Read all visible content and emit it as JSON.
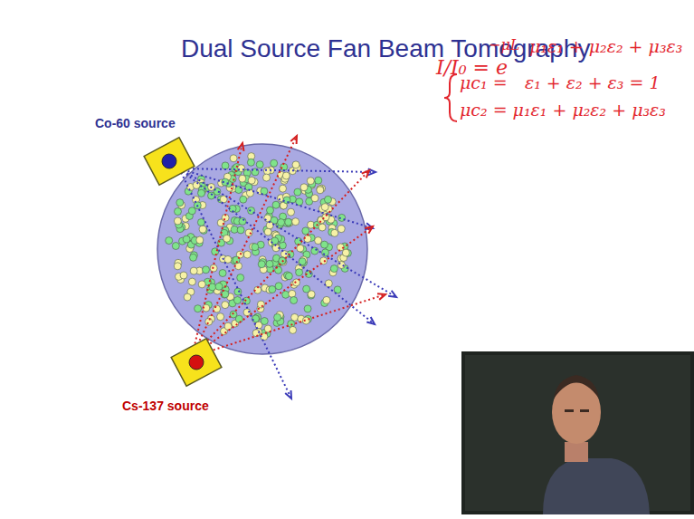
{
  "diagram": {
    "title": "Dual Source Fan Beam Tomography",
    "nodes": [
      {
        "text": [
          "Co-60 source"
        ]
      },
      {
        "text": [
          "Cs-137 source"
        ]
      }
    ],
    "labels": [
      "I/I₀ = e",
      "−μL",
      "μ₁ε₁ + μ₂ε₂ + μ₃ε₃",
      "μc₁ =",
      "ε₁ + ε₂ + ε₃ = 1",
      "μc₂ = μ₁ε₁ + μ₂ε₂ + μ₃ε₃"
    ]
  }
}
